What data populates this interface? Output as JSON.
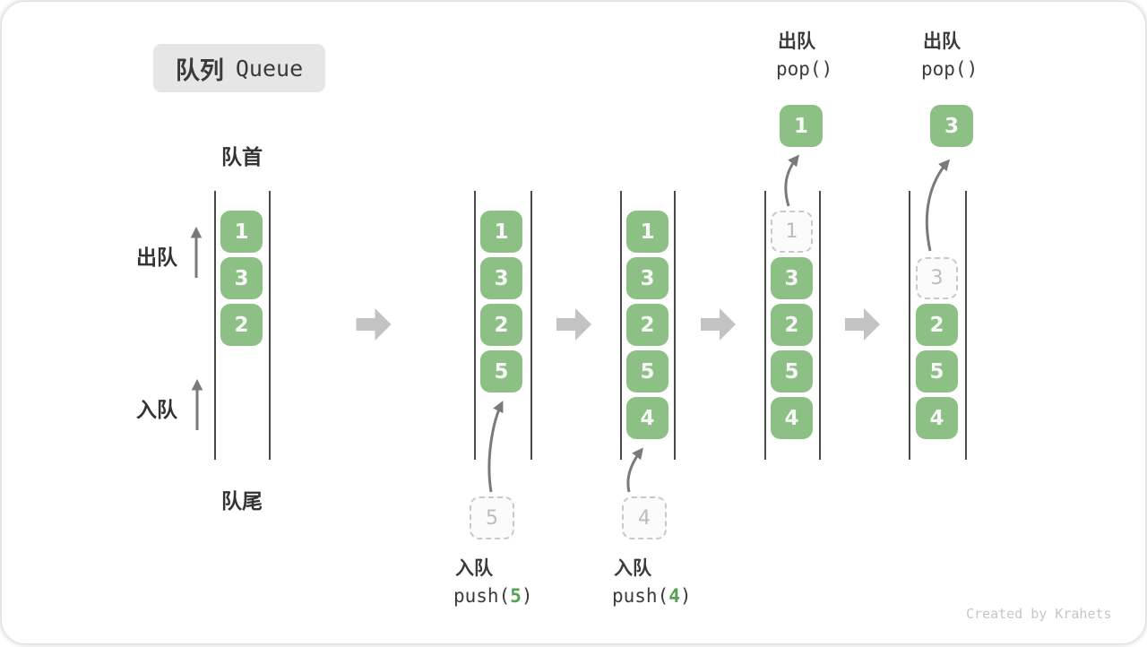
{
  "title": {
    "zh": "队列",
    "en": "Queue"
  },
  "labels": {
    "front": "队首",
    "rear": "队尾",
    "dequeue": "出队",
    "enqueue": "入队"
  },
  "watermark": "Created by Krahets",
  "colors": {
    "box_green": "#8CC084",
    "accent_green": "#57A057",
    "flow_arrow_gray": "#C3C3C3",
    "thin_arrow_gray": "#7A7A7A",
    "wall_line": "#4A4A4A",
    "ghost_gray": "#BCBCBC"
  },
  "states": [
    {
      "cells": [
        {
          "value": "1",
          "slot": 0,
          "ghost": false
        },
        {
          "value": "3",
          "slot": 1,
          "ghost": false
        },
        {
          "value": "2",
          "slot": 2,
          "ghost": false
        }
      ]
    },
    {
      "cells": [
        {
          "value": "1",
          "slot": 0,
          "ghost": false
        },
        {
          "value": "3",
          "slot": 1,
          "ghost": false
        },
        {
          "value": "2",
          "slot": 2,
          "ghost": false
        },
        {
          "value": "5",
          "slot": 3,
          "ghost": false
        }
      ],
      "incoming_value": "5",
      "op": {
        "label": "入队",
        "code_pre": "push(",
        "code_num": "5",
        "code_post": ")"
      }
    },
    {
      "cells": [
        {
          "value": "1",
          "slot": 0,
          "ghost": false
        },
        {
          "value": "3",
          "slot": 1,
          "ghost": false
        },
        {
          "value": "2",
          "slot": 2,
          "ghost": false
        },
        {
          "value": "5",
          "slot": 3,
          "ghost": false
        },
        {
          "value": "4",
          "slot": 4,
          "ghost": false
        }
      ],
      "incoming_value": "4",
      "op": {
        "label": "入队",
        "code_pre": "push(",
        "code_num": "4",
        "code_post": ")"
      }
    },
    {
      "cells": [
        {
          "value": "1",
          "slot": 0,
          "ghost": true
        },
        {
          "value": "3",
          "slot": 1,
          "ghost": false
        },
        {
          "value": "2",
          "slot": 2,
          "ghost": false
        },
        {
          "value": "5",
          "slot": 3,
          "ghost": false
        },
        {
          "value": "4",
          "slot": 4,
          "ghost": false
        }
      ],
      "popped_value": "1",
      "op": {
        "label": "出队",
        "code_pre": "pop()",
        "code_num": "",
        "code_post": ""
      }
    },
    {
      "cells": [
        {
          "value": "3",
          "slot": 1,
          "ghost": true
        },
        {
          "value": "2",
          "slot": 2,
          "ghost": false
        },
        {
          "value": "5",
          "slot": 3,
          "ghost": false
        },
        {
          "value": "4",
          "slot": 4,
          "ghost": false
        }
      ],
      "popped_value": "3",
      "op": {
        "label": "出队",
        "code_pre": "pop()",
        "code_num": "",
        "code_post": ""
      }
    }
  ]
}
